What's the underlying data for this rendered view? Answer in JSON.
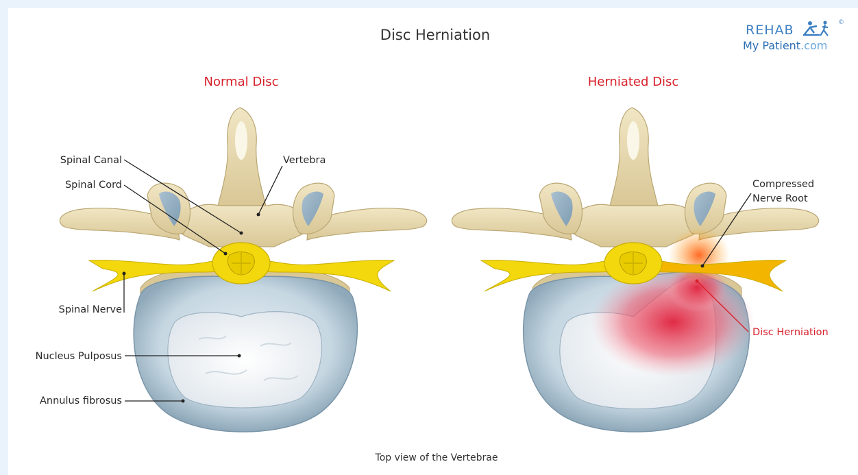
{
  "title": "Disc Herniation",
  "logo": {
    "line1": "REHAB",
    "line2_main": "My Patient",
    "line2_ext": ".com",
    "mark": "©"
  },
  "panels": [
    {
      "heading": "Normal Disc"
    },
    {
      "heading": "Herniated Disc"
    }
  ],
  "labels_left": {
    "spinal_canal": "Spinal Canal",
    "spinal_cord": "Spinal Cord",
    "vertebra": "Vertebra",
    "spinal_nerve": "Spinal Nerve",
    "nucleus": "Nucleus Pulposus",
    "annulus": "Annulus fibrosus"
  },
  "labels_right": {
    "compressed_1": "Compressed",
    "compressed_2": "Nerve Root",
    "herniation": "Disc Herniation"
  },
  "caption": "Top view of the Vertebrae",
  "colors": {
    "accent_red": "#d8202a",
    "bone": "#eadcb2",
    "nerve": "#f2d80c",
    "disc_outer": "#c3d6e2",
    "nucleus": "#f4f6f8",
    "inflammation": "#e0304a",
    "logo_blue": "#3b7fc2"
  }
}
